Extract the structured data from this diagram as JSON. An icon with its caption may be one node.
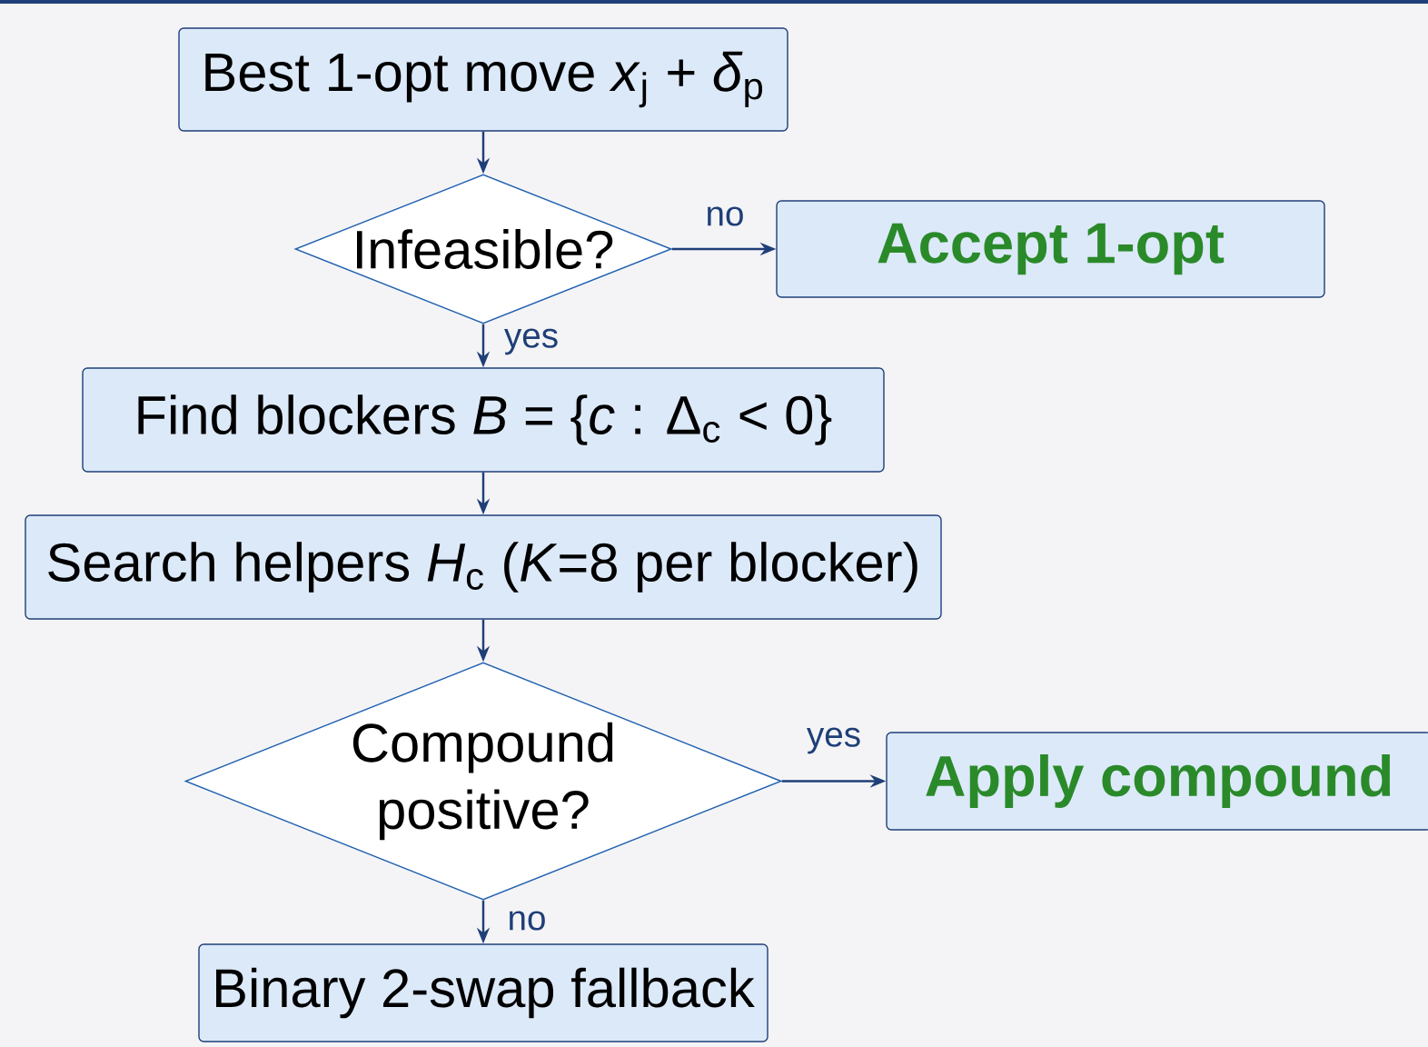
{
  "diagram": {
    "nodes": [
      {
        "text": [
          "Best 1-opt move *x*$_{j}$ + *δ*$_{p}$"
        ]
      },
      {
        "text": [
          "Infeasible?"
        ]
      },
      {
        "text": [
          "Accept 1-opt"
        ]
      },
      {
        "text": [
          "Find blockers *B* = {*c* : Δ$_{c}$ < 0}"
        ]
      },
      {
        "text": [
          "Search helpers *H*$_{c}$ (*K*=8 per blocker)"
        ]
      },
      {
        "text": [
          "Compound positive?"
        ]
      },
      {
        "text": [
          "Apply compound"
        ]
      },
      {
        "text": [
          "Binary 2-swap fallback"
        ]
      }
    ],
    "edges": [
      {
        "from": 0,
        "to": 1,
        "arrow": "to"
      },
      {
        "from": 1,
        "to": 2,
        "arrow": "to",
        "label": "no"
      },
      {
        "from": 1,
        "to": 3,
        "arrow": "to",
        "label": "yes"
      },
      {
        "from": 3,
        "to": 4,
        "arrow": "to"
      },
      {
        "from": 4,
        "to": 5,
        "arrow": "to"
      },
      {
        "from": 5,
        "to": 6,
        "arrow": "to",
        "label": "yes"
      },
      {
        "from": 5,
        "to": 7,
        "arrow": "to",
        "label": "no"
      }
    ]
  }
}
